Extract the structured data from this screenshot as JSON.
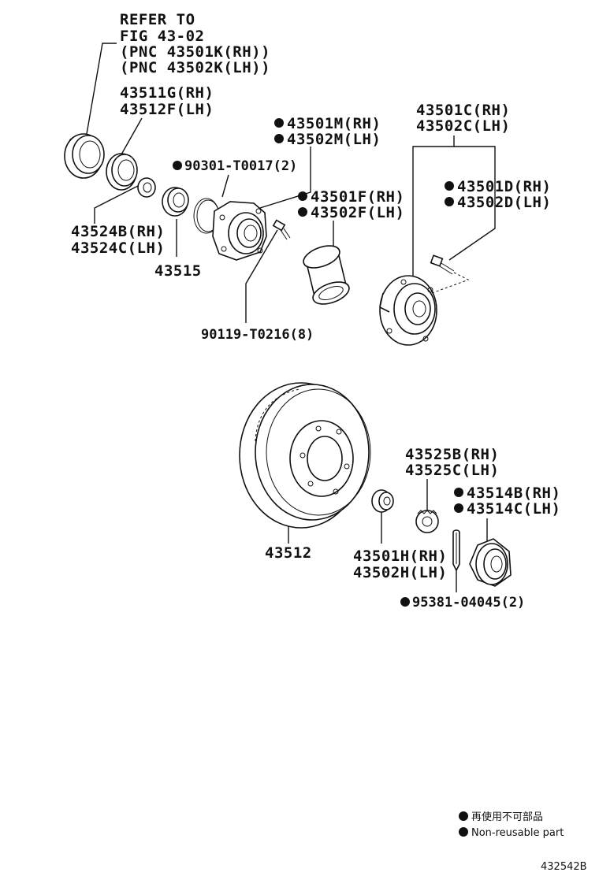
{
  "notes": {
    "refer_line1": "REFER TO",
    "refer_line2": "FIG 43-02",
    "refer_line3": "(PNC 43501K(RH))",
    "refer_line4": "(PNC 43502K(LH))"
  },
  "labels": {
    "p43511G": "43511G(RH)",
    "p43512F": "43512F(LH)",
    "p43524B": "43524B(RH)",
    "p43524C": "43524C(LH)",
    "p43515": "43515",
    "p90301": "90301-T0017(2)",
    "p43501M": "43501M(RH)",
    "p43502M": "43502M(LH)",
    "p43501F": "43501F(RH)",
    "p43502F": "43502F(LH)",
    "p90119": "90119-T0216(8)",
    "p43501C": "43501C(RH)",
    "p43502C": "43502C(LH)",
    "p43501D": "43501D(RH)",
    "p43502D": "43502D(LH)",
    "p43512": "43512",
    "p43525B": "43525B(RH)",
    "p43525C": "43525C(LH)",
    "p43514B": "43514B(RH)",
    "p43514C": "43514C(LH)",
    "p43501H": "43501H(RH)",
    "p43502H": "43502H(LH)",
    "p95381": "95381-04045(2)"
  },
  "legend": {
    "japanese": "再使用不可部品",
    "english": "Non-reusable part"
  },
  "figure_code": "432542B"
}
